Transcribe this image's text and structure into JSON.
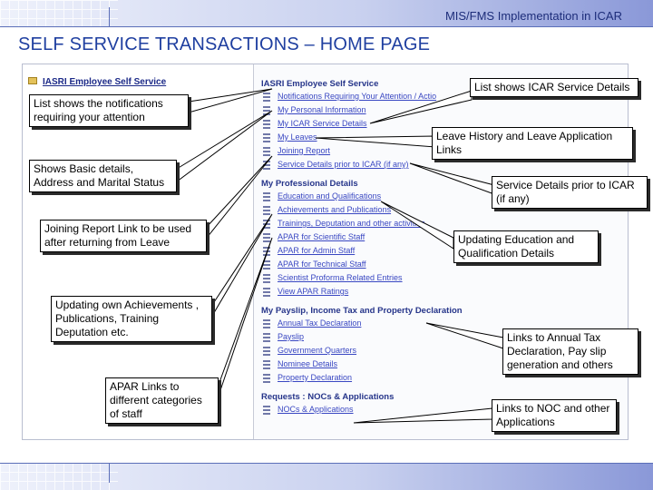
{
  "header": {
    "title": "MIS/FMS Implementation in ICAR"
  },
  "page_title": "SELF SERVICE TRANSACTIONS – HOME PAGE",
  "tree": {
    "title": "IASRI Employee Self Service"
  },
  "menu": {
    "section_main": "IASRI Employee Self Service",
    "main_items": [
      "Notifications Requiring Your Attention / Actio",
      "My Personal Information",
      "My ICAR Service Details",
      "My Leaves",
      "Joining Report",
      "Service Details prior to ICAR (if any)"
    ],
    "section_professional": "My Professional Details",
    "professional_items": [
      "Education and Qualifications",
      "Achievements and Publications",
      "Trainings, Deputation and other activities",
      "APAR for Scientific Staff",
      "APAR for Admin Staff",
      "APAR for Technical Staff",
      "Scientist Proforma Related Entries",
      "View APAR Ratings"
    ],
    "section_payslip": "My Payslip, Income Tax and Property Declaration",
    "payslip_items": [
      "Annual Tax Declaration",
      "Payslip",
      "Government Quarters",
      "Nominee Details",
      "Property Declaration"
    ],
    "section_requests": "Requests : NOCs & Applications",
    "request_items": [
      "NOCs & Applications"
    ]
  },
  "callouts": {
    "notifications": "List shows the notifications requiring your attention",
    "basic_details": "Shows Basic details, Address and Marital Status",
    "joining_report": "Joining Report Link to be used after returning from Leave",
    "achievements": "Updating own Achievements , Publications, Training Deputation etc.",
    "apar": "APAR Links to different categories of staff",
    "icar_service": "List shows ICAR Service Details",
    "leave_history": "Leave History and Leave Application Links",
    "service_prior": "Service Details prior to ICAR (if any)",
    "education": "Updating Education and Qualification Details",
    "annual_tax": "Links to Annual Tax Declaration, Pay slip generation and others",
    "noc": "Links to NOC and other Applications"
  }
}
